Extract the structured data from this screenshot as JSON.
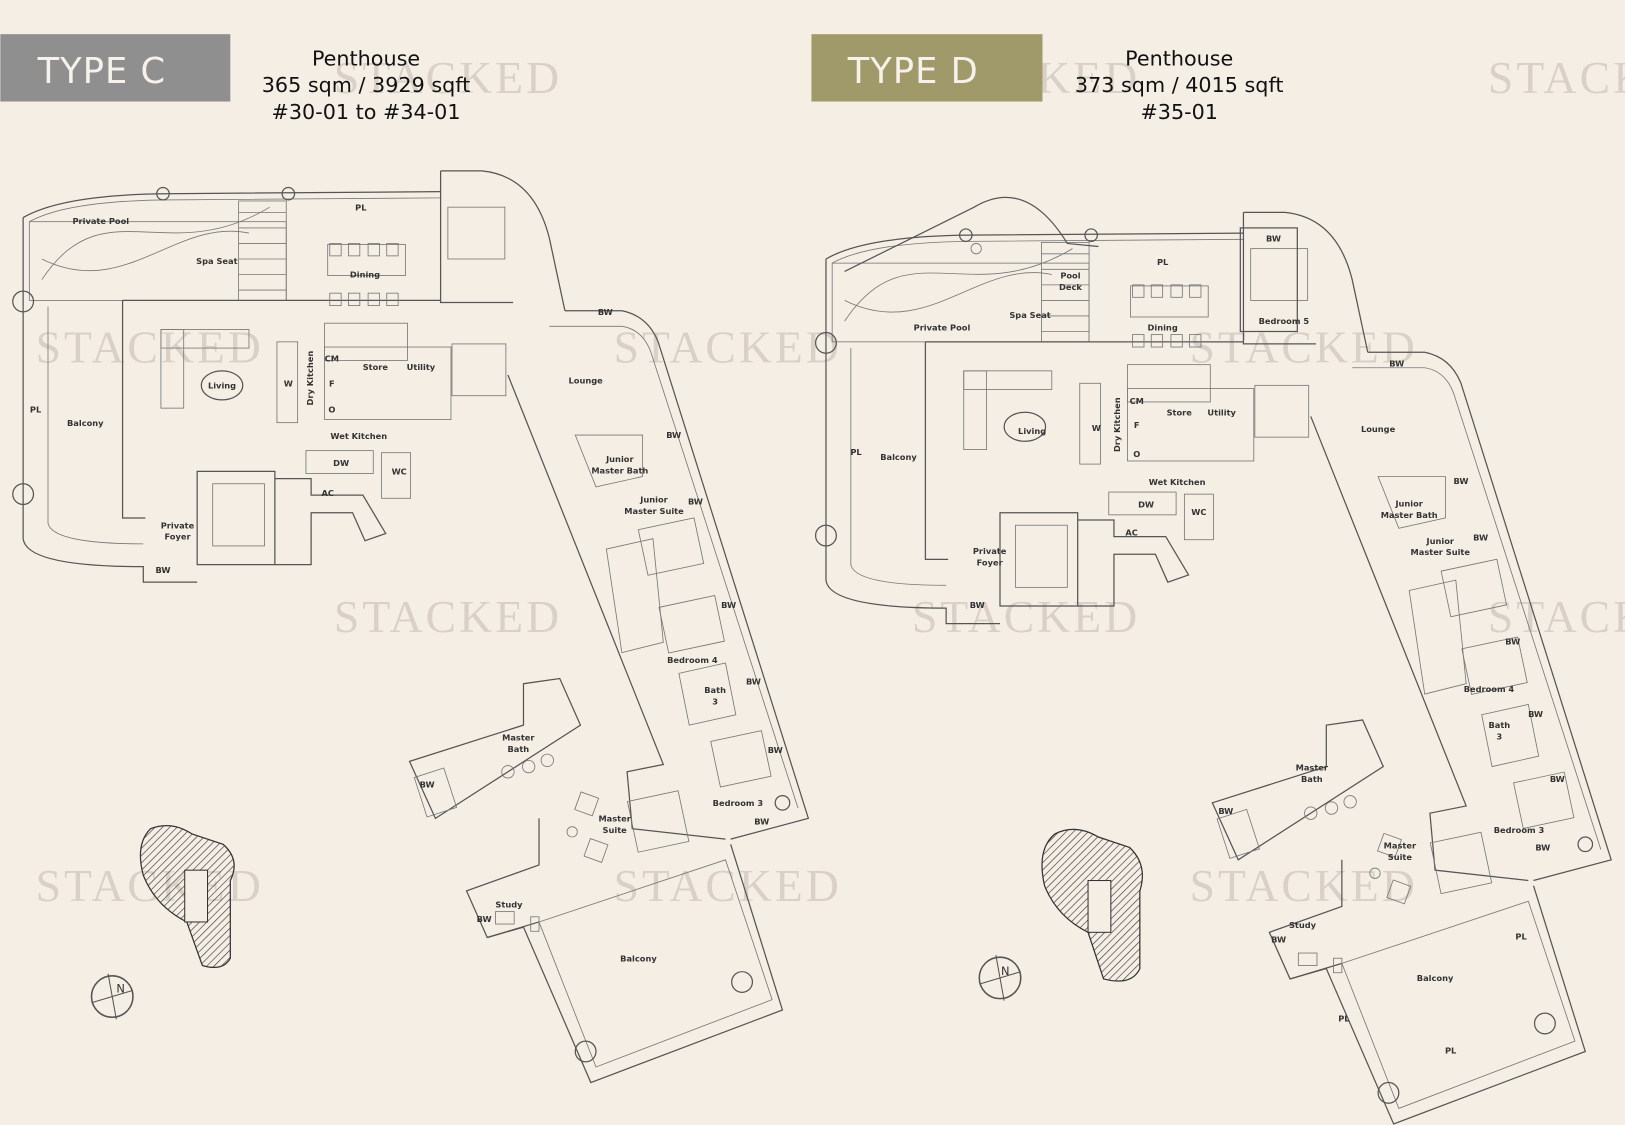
{
  "watermark": "STACKED",
  "colors": {
    "background": "#f4eee5",
    "type_c_box": "#8f8f8f",
    "type_d_box": "#a09a6a",
    "watermark": "#d9d1c7"
  },
  "plans": [
    {
      "type_label": "TYPE C",
      "title": "Penthouse",
      "area": "365 sqm / 3929 sqft",
      "units": "#30-01 to #34-01",
      "compass": "N",
      "rooms": [
        {
          "lines": [
            "Private Pool"
          ]
        },
        {
          "lines": [
            "Spa Seat"
          ]
        },
        {
          "lines": [
            "PL"
          ]
        },
        {
          "lines": [
            "Dining"
          ]
        },
        {
          "lines": [
            "Living"
          ]
        },
        {
          "lines": [
            "W"
          ]
        },
        {
          "lines": [
            "Dry Kitchen"
          ]
        },
        {
          "lines": [
            "CM"
          ]
        },
        {
          "lines": [
            "F"
          ]
        },
        {
          "lines": [
            "O"
          ]
        },
        {
          "lines": [
            "Store"
          ]
        },
        {
          "lines": [
            "Utility"
          ]
        },
        {
          "lines": [
            "Wet Kitchen"
          ]
        },
        {
          "lines": [
            "DW"
          ]
        },
        {
          "lines": [
            "WC"
          ]
        },
        {
          "lines": [
            "AC"
          ]
        },
        {
          "lines": [
            "Balcony"
          ]
        },
        {
          "lines": [
            "PL"
          ]
        },
        {
          "lines": [
            "Private",
            "Foyer"
          ]
        },
        {
          "lines": [
            "BW"
          ]
        },
        {
          "lines": [
            "BW"
          ]
        },
        {
          "lines": [
            "Lounge"
          ]
        },
        {
          "lines": [
            "BW"
          ]
        },
        {
          "lines": [
            "Junior",
            "Master Bath"
          ]
        },
        {
          "lines": [
            "BW"
          ]
        },
        {
          "lines": [
            "Junior",
            "Master Suite"
          ]
        },
        {
          "lines": [
            "BW"
          ]
        },
        {
          "lines": [
            "Bedroom 4"
          ]
        },
        {
          "lines": [
            "BW"
          ]
        },
        {
          "lines": [
            "Bath",
            "3"
          ]
        },
        {
          "lines": [
            "BW"
          ]
        },
        {
          "lines": [
            "Master",
            "Bath"
          ]
        },
        {
          "lines": [
            "BW"
          ]
        },
        {
          "lines": [
            "Master",
            "Suite"
          ]
        },
        {
          "lines": [
            "Bedroom 3"
          ]
        },
        {
          "lines": [
            "BW"
          ]
        },
        {
          "lines": [
            "Study"
          ]
        },
        {
          "lines": [
            "BW"
          ]
        },
        {
          "lines": [
            "Balcony"
          ]
        }
      ]
    },
    {
      "type_label": "TYPE D",
      "title": "Penthouse",
      "area": "373 sqm / 4015 sqft",
      "units": "#35-01",
      "compass": "N",
      "rooms": [
        {
          "lines": [
            "Private Pool"
          ]
        },
        {
          "lines": [
            "Spa Seat"
          ]
        },
        {
          "lines": [
            "Pool",
            "Deck"
          ]
        },
        {
          "lines": [
            "PL"
          ]
        },
        {
          "lines": [
            "Dining"
          ]
        },
        {
          "lines": [
            "BW"
          ]
        },
        {
          "lines": [
            "Bedroom 5"
          ]
        },
        {
          "lines": [
            "BW"
          ]
        },
        {
          "lines": [
            "Lounge"
          ]
        },
        {
          "lines": [
            "Living"
          ]
        },
        {
          "lines": [
            "W"
          ]
        },
        {
          "lines": [
            "Dry Kitchen"
          ]
        },
        {
          "lines": [
            "CM"
          ]
        },
        {
          "lines": [
            "F"
          ]
        },
        {
          "lines": [
            "O"
          ]
        },
        {
          "lines": [
            "Store"
          ]
        },
        {
          "lines": [
            "Utility"
          ]
        },
        {
          "lines": [
            "Wet Kitchen"
          ]
        },
        {
          "lines": [
            "DW"
          ]
        },
        {
          "lines": [
            "WC"
          ]
        },
        {
          "lines": [
            "AC"
          ]
        },
        {
          "lines": [
            "Balcony"
          ]
        },
        {
          "lines": [
            "PL"
          ]
        },
        {
          "lines": [
            "Private",
            "Foyer"
          ]
        },
        {
          "lines": [
            "BW"
          ]
        },
        {
          "lines": [
            "BW"
          ]
        },
        {
          "lines": [
            "Junior",
            "Master Bath"
          ]
        },
        {
          "lines": [
            "BW"
          ]
        },
        {
          "lines": [
            "Junior",
            "Master Suite"
          ]
        },
        {
          "lines": [
            "BW"
          ]
        },
        {
          "lines": [
            "Bedroom 4"
          ]
        },
        {
          "lines": [
            "BW"
          ]
        },
        {
          "lines": [
            "Bath",
            "3"
          ]
        },
        {
          "lines": [
            "BW"
          ]
        },
        {
          "lines": [
            "Master",
            "Bath"
          ]
        },
        {
          "lines": [
            "BW"
          ]
        },
        {
          "lines": [
            "Master",
            "Suite"
          ]
        },
        {
          "lines": [
            "Bedroom 3"
          ]
        },
        {
          "lines": [
            "BW"
          ]
        },
        {
          "lines": [
            "Study"
          ]
        },
        {
          "lines": [
            "BW"
          ]
        },
        {
          "lines": [
            "PL"
          ]
        },
        {
          "lines": [
            "Balcony"
          ]
        },
        {
          "lines": [
            "PL"
          ]
        },
        {
          "lines": [
            "PL"
          ]
        }
      ]
    }
  ]
}
